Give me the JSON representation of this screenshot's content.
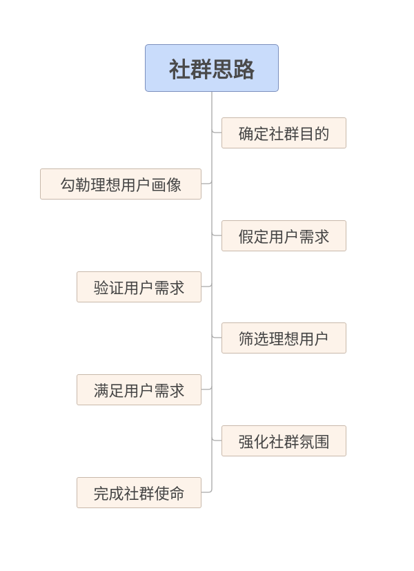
{
  "root": {
    "label": "社群思路"
  },
  "nodes": [
    {
      "label": "确定社群目的",
      "side": "right"
    },
    {
      "label": "勾勒理想用户画像",
      "side": "left"
    },
    {
      "label": "假定用户需求",
      "side": "right"
    },
    {
      "label": "验证用户需求",
      "side": "left"
    },
    {
      "label": "筛选理想用户",
      "side": "right"
    },
    {
      "label": "满足用户需求",
      "side": "left"
    },
    {
      "label": "强化社群氛围",
      "side": "right"
    },
    {
      "label": "完成社群使命",
      "side": "left"
    }
  ],
  "colors": {
    "root_fill": "#c9dcfb",
    "node_fill": "#fdf3ea",
    "connector": "#a8a8a8"
  }
}
